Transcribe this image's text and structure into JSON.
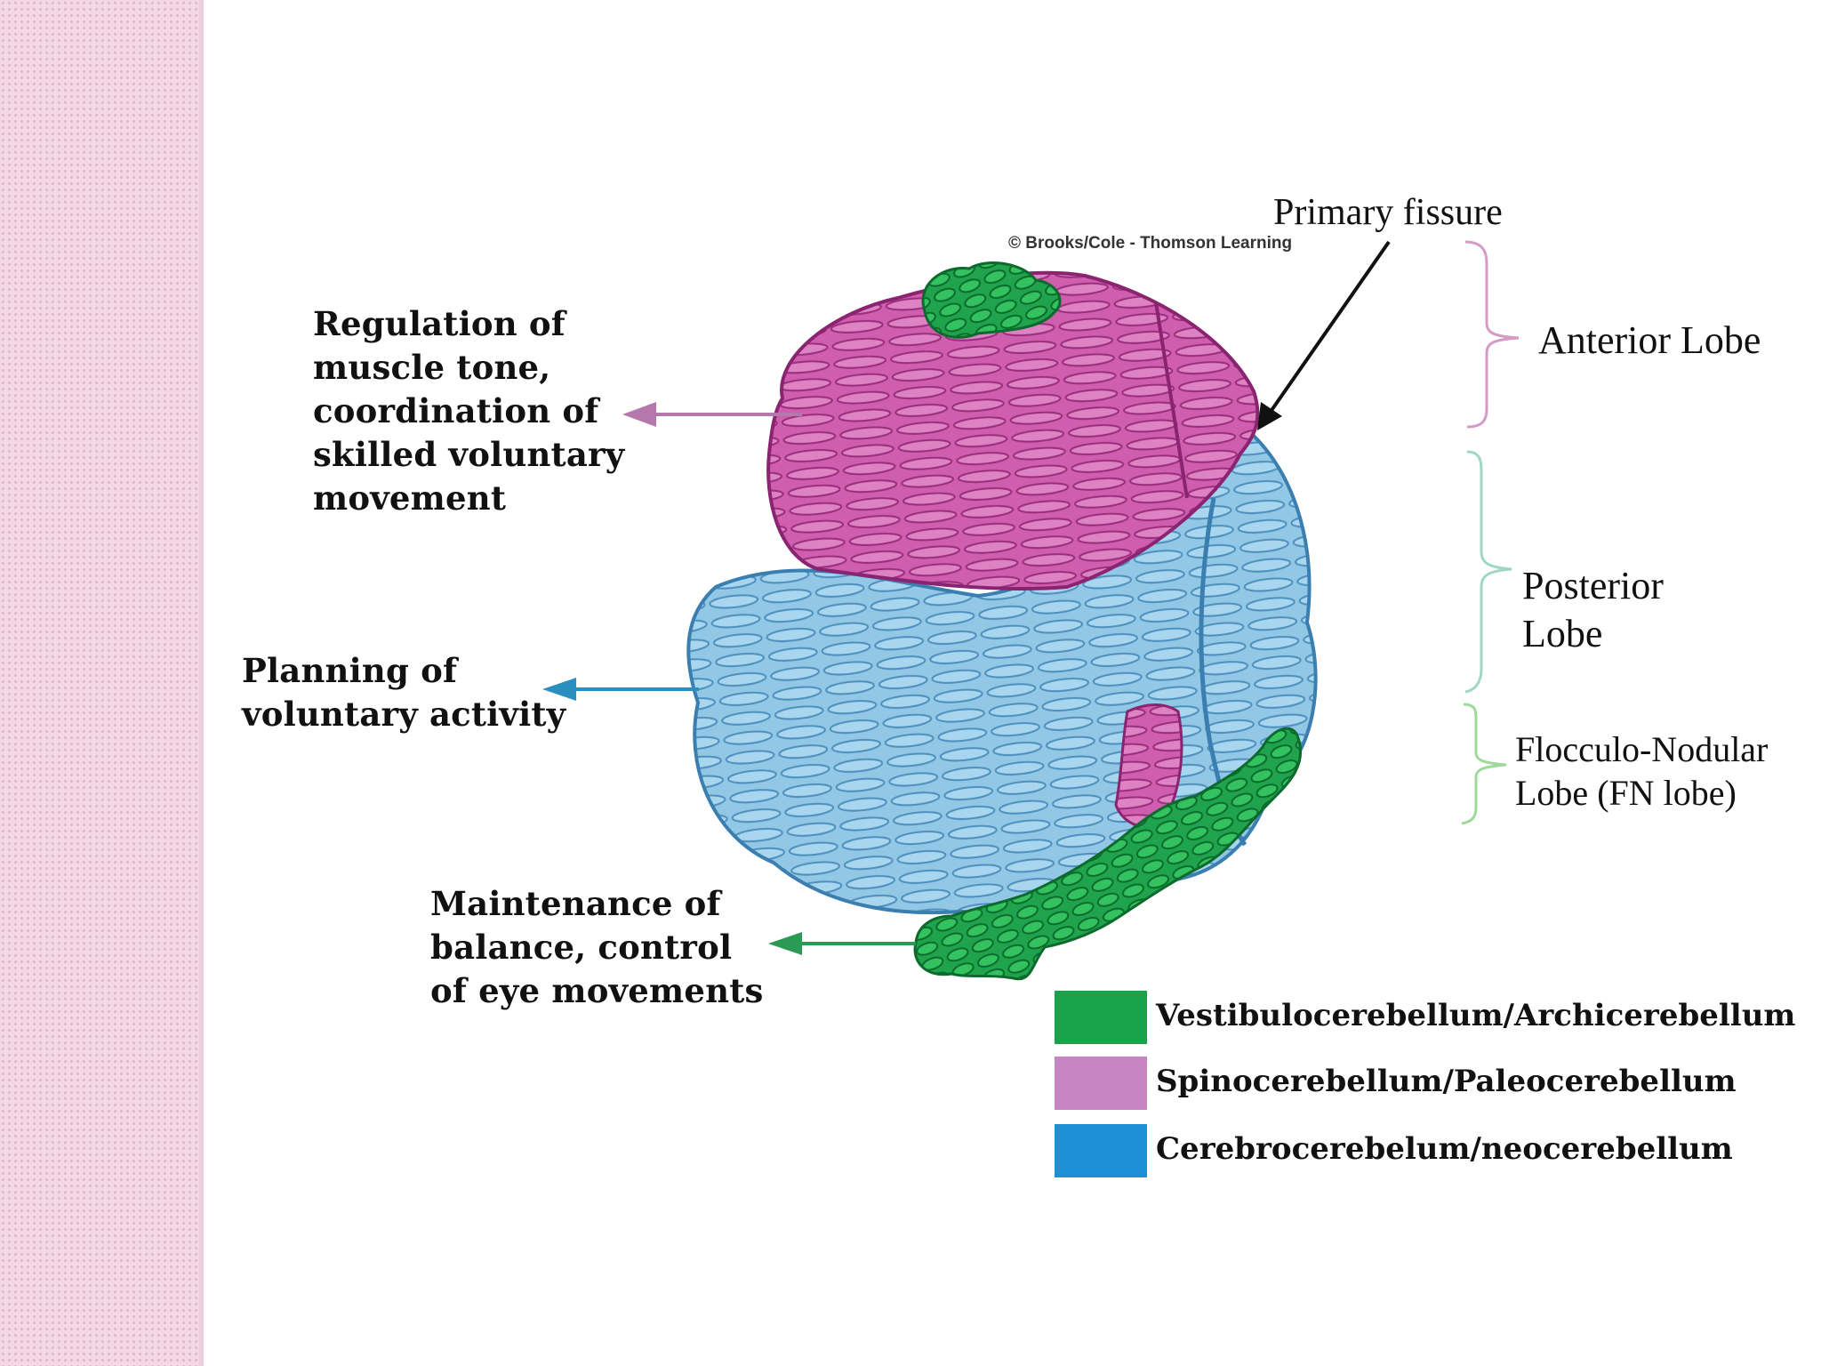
{
  "credit": "© Brooks/Cole - Thomson Learning",
  "labels": {
    "primary_fissure": "Primary fissure",
    "anterior_lobe": "Anterior Lobe",
    "posterior_lobe": "Posterior\n Lobe",
    "fn_lobe": "Flocculo-Nodular\n Lobe (FN lobe)"
  },
  "functions": {
    "muscle_tone": "Regulation of\nmuscle tone,\ncoordination of\nskilled voluntary\nmovement",
    "planning": "Planning of\nvoluntary activity",
    "balance": "Maintenance of\nbalance, control\nof eye movements"
  },
  "legend": [
    {
      "label": "Vestibulocerebellum/Archicerebellum",
      "color": "#1aa24a"
    },
    {
      "label": "Spinocerebellum/Paleocerebellum",
      "color": "#c485c0"
    },
    {
      "label": "Cerebrocerebelum/neocerebellum",
      "color": "#1c8fd6"
    }
  ],
  "colors": {
    "vestibulo": "#1aa24a",
    "spino": "#cc55a8",
    "cerebro": "#8ec5e4",
    "arrow_spino": "#b478ad",
    "arrow_cerebro": "#2a8fbf",
    "arrow_vestibulo": "#2a9a55",
    "bracket_anterior": "#d49ac8",
    "bracket_posterior": "#9fd6c5",
    "bracket_fn": "#9ed99a"
  }
}
